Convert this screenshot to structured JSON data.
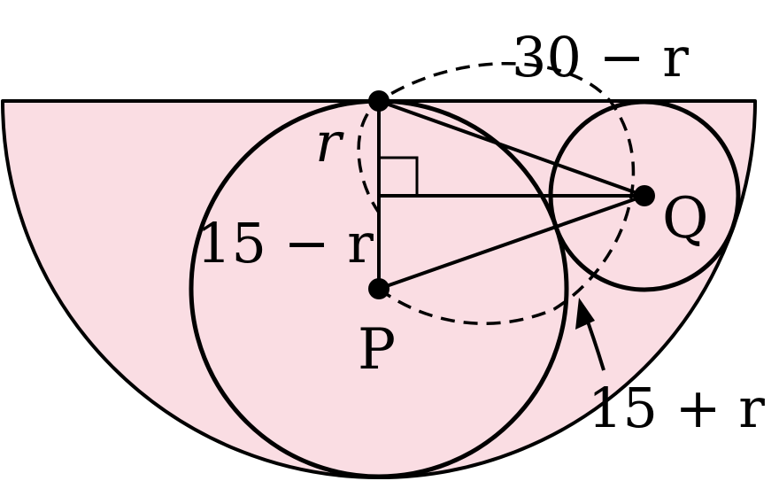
{
  "labels": {
    "top_distance": "30 − r",
    "small_radius": "r",
    "vertical_segment": "15 − r",
    "center_distance": "15 + r",
    "point_p": "P",
    "point_q": "Q"
  },
  "colors": {
    "semicircle_fill": "#fadde3",
    "stroke": "#000000"
  }
}
